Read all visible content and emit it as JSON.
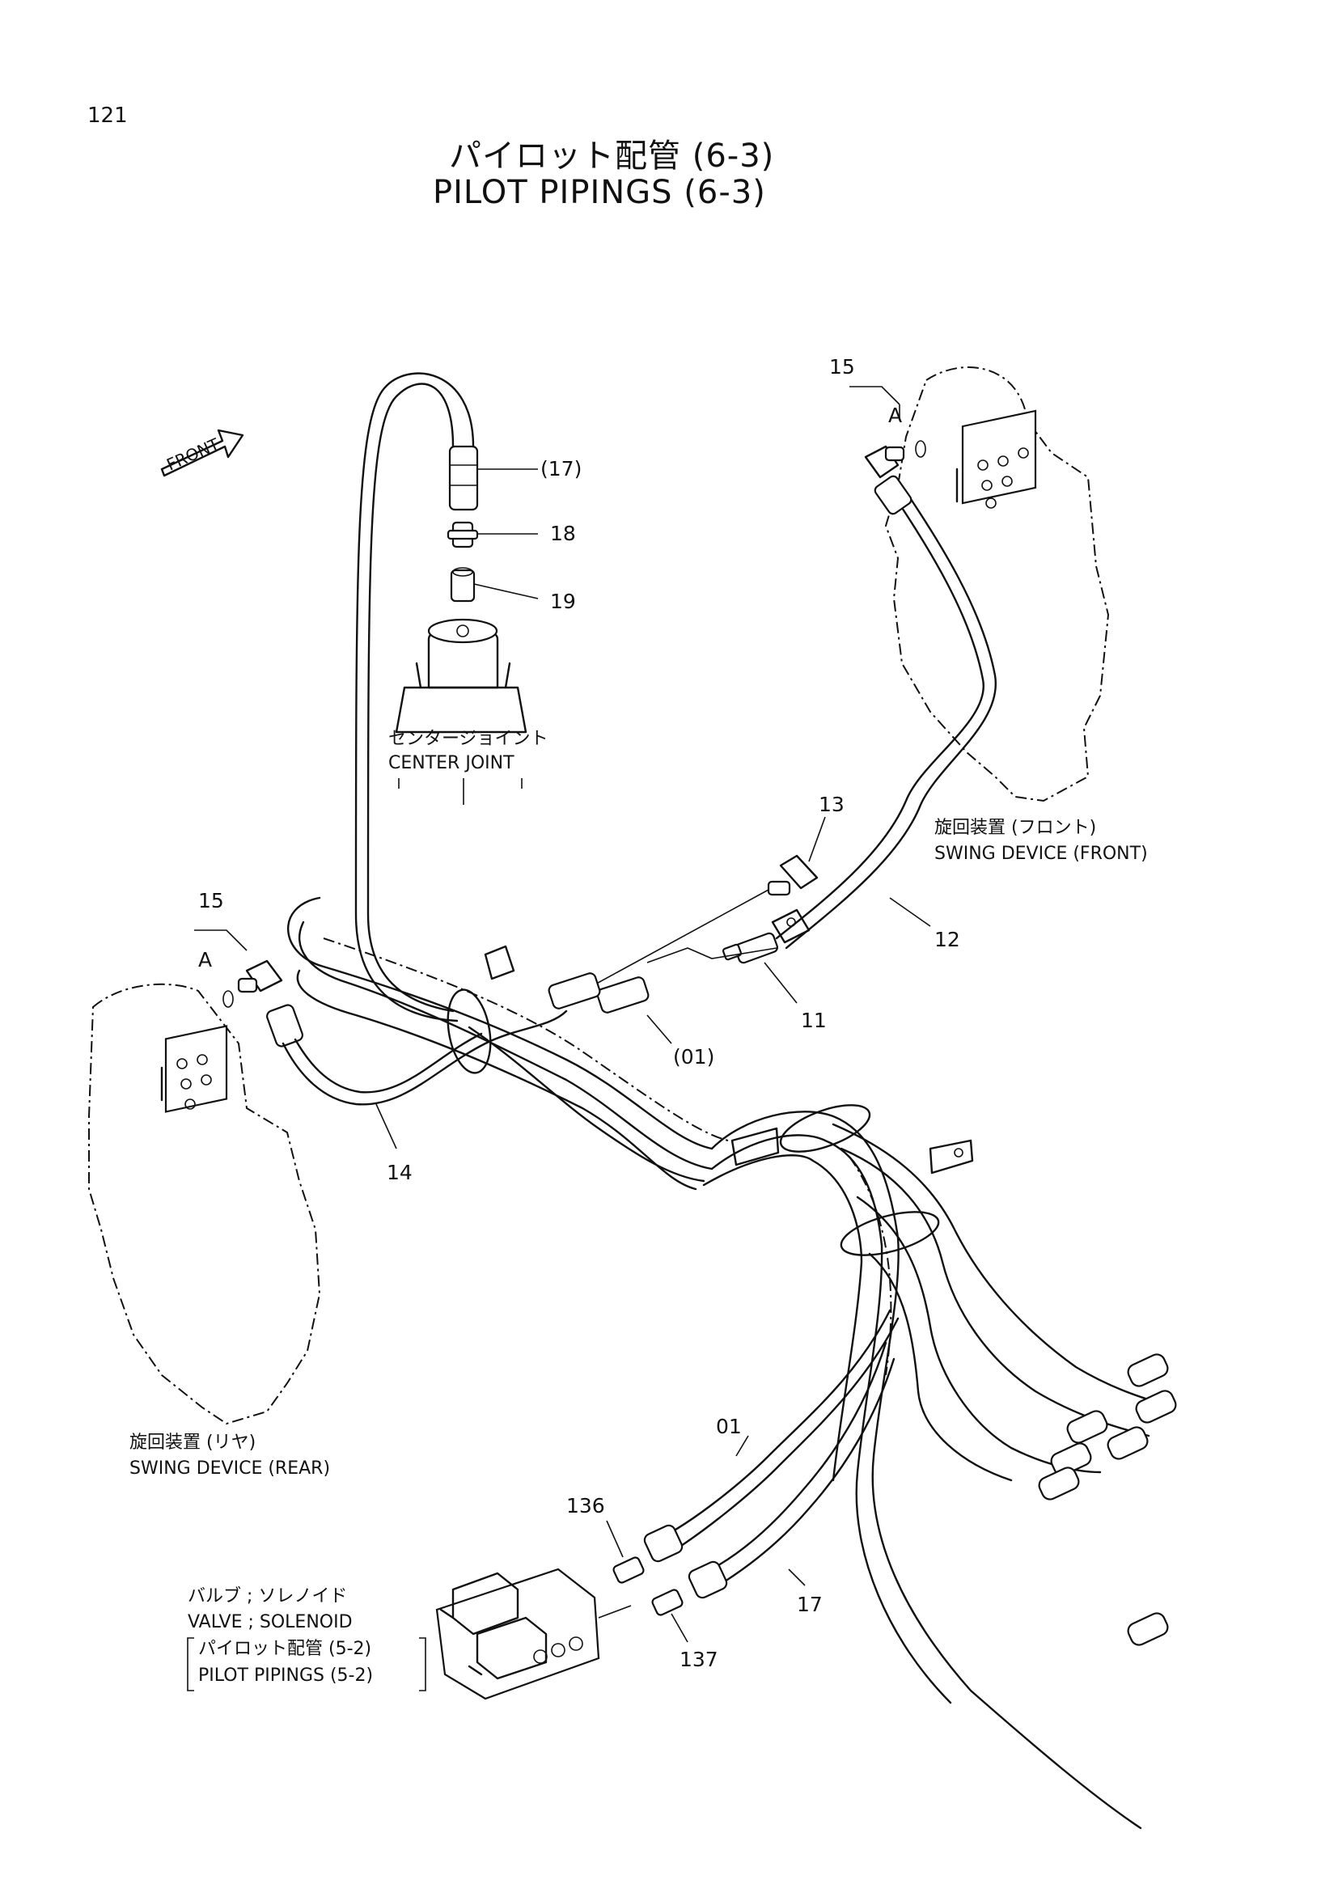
{
  "page": {
    "number": "121"
  },
  "title": {
    "jp": "パイロット配管 (6-3)",
    "en": "PILOT  PIPINGS  (6-3)"
  },
  "front_marker": {
    "text": "FRONT",
    "icon": "arrow-icon"
  },
  "components": {
    "center_joint": {
      "jp": "センタージョイント",
      "en": "CENTER  JOINT"
    },
    "swing_front": {
      "jp": "旋回装置 (フロント)",
      "en": "SWING  DEVICE (FRONT)"
    },
    "swing_rear": {
      "jp": "旋回装置 (リヤ)",
      "en": "SWING  DEVICE (REAR)"
    },
    "valve": {
      "jp": "バルブ ; ソレノイド",
      "en": "VALVE ; SOLENOID",
      "ref_jp": "パイロット配管 (5-2)",
      "ref_en": "PILOT  PIPINGS (5-2)"
    }
  },
  "callouts": {
    "c15_front": "15",
    "a_front": "A",
    "c17_paren": "(17)",
    "c18": "18",
    "c19": "19",
    "c13": "13",
    "c12": "12",
    "c11": "11",
    "c01_paren": "(01)",
    "c15_rear": "15",
    "a_rear": "A",
    "c14": "14",
    "c01": "01",
    "c136": "136",
    "c17": "17",
    "c137": "137"
  }
}
